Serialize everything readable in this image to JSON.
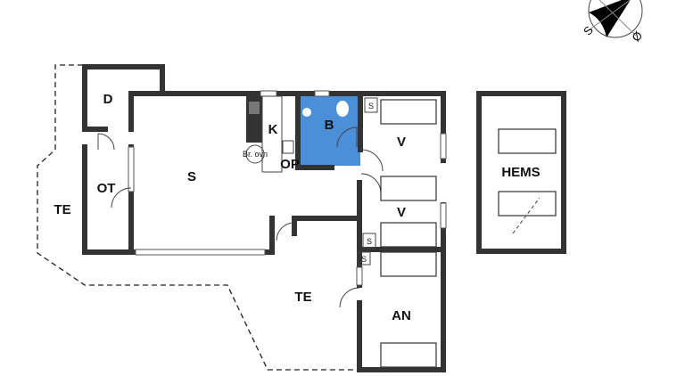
{
  "plan": {
    "rooms": {
      "d": "D",
      "k": "K",
      "b": "B",
      "s": "S",
      "ot": "OT",
      "op": "OP",
      "v1": "V",
      "v2": "V",
      "te1": "TE",
      "te2": "TE",
      "an": "AN",
      "hems": "HEMS"
    },
    "oven_label": "Br. ovn",
    "closet_label": "S",
    "compass": {
      "s": "S",
      "o": "Ø"
    },
    "colors": {
      "bathroom": "#4a8fd8",
      "wall": "#333333"
    }
  }
}
